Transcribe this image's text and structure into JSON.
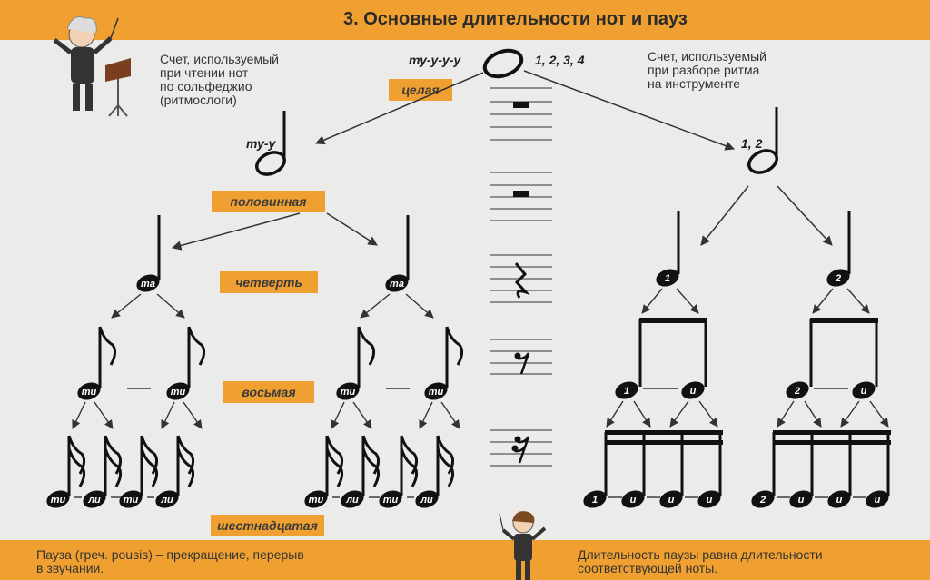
{
  "title": "3. Основные длительности нот и пауз",
  "left_caption": [
    "Счет, используемый",
    "при чтении нот",
    "по сольфеджио",
    "(ритмослоги)"
  ],
  "right_caption": [
    "Счет, используемый",
    "при разборе ритма",
    "на инструменте"
  ],
  "labels": {
    "whole": "целая",
    "half": "половинная",
    "quarter": "четверть",
    "eighth": "восьмая",
    "sixteenth": "шестнадцатая"
  },
  "syllables": {
    "whole": "ту-у-у-у",
    "half": "ту-у",
    "quarter": "та",
    "eighth": "ти",
    "sixteenth_1": "ти",
    "sixteenth_2": "ли"
  },
  "counts": {
    "whole": "1, 2, 3, 4",
    "half": "1, 2",
    "quarter_1": "1",
    "quarter_2": "2",
    "and": "и"
  },
  "bottom_left": [
    "Пауза (греч. pousis) – прекращение, перерыв",
    "в звучании."
  ],
  "bottom_right": [
    "Длительность паузы равна длительности",
    "соответствующей ноты."
  ],
  "colors": {
    "accent": "#f0a030",
    "ink": "#111111",
    "background": "#ebebea"
  },
  "pictures": [
    "conductor-old",
    "conductor-boy"
  ]
}
